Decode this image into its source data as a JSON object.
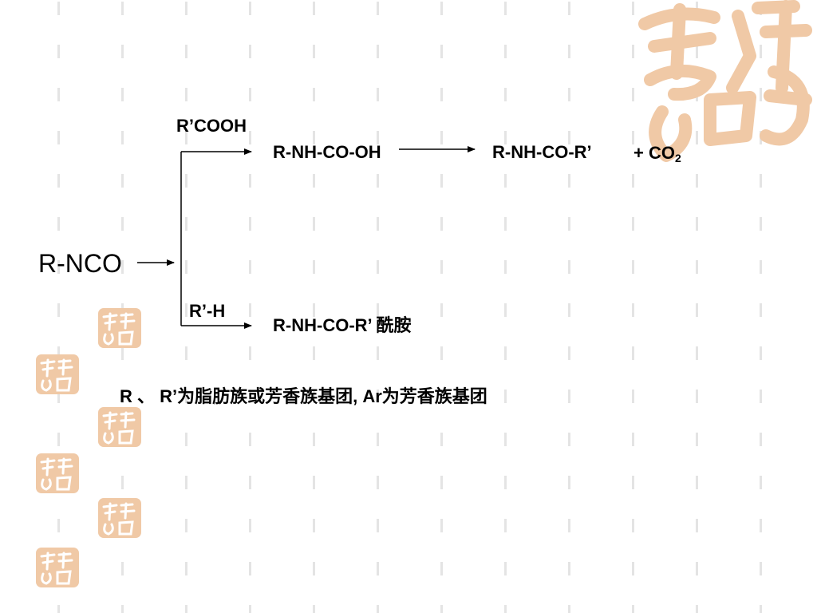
{
  "reaction": {
    "reactant": "R-NCO",
    "upper_branch": {
      "reagent": "R’COOH",
      "intermediate": "R-NH-CO-OH",
      "product": "R-NH-CO-R’",
      "byproduct_prefix": "+ CO",
      "byproduct_subscript": "2"
    },
    "lower_branch": {
      "reagent": "R’-H",
      "product": "R-NH-CO-R’ 酰胺"
    }
  },
  "note": "R 、 R’为脂肪族或芳香族基团, Ar为芳香族基团",
  "colors": {
    "background": "#ffffff",
    "text": "#000000",
    "pattern_dash": "#e4e4e4",
    "seal": "#f0c9a6"
  },
  "icons": {
    "seal": "seal-calligraphy-icon",
    "pattern": "dash-grid-pattern"
  }
}
